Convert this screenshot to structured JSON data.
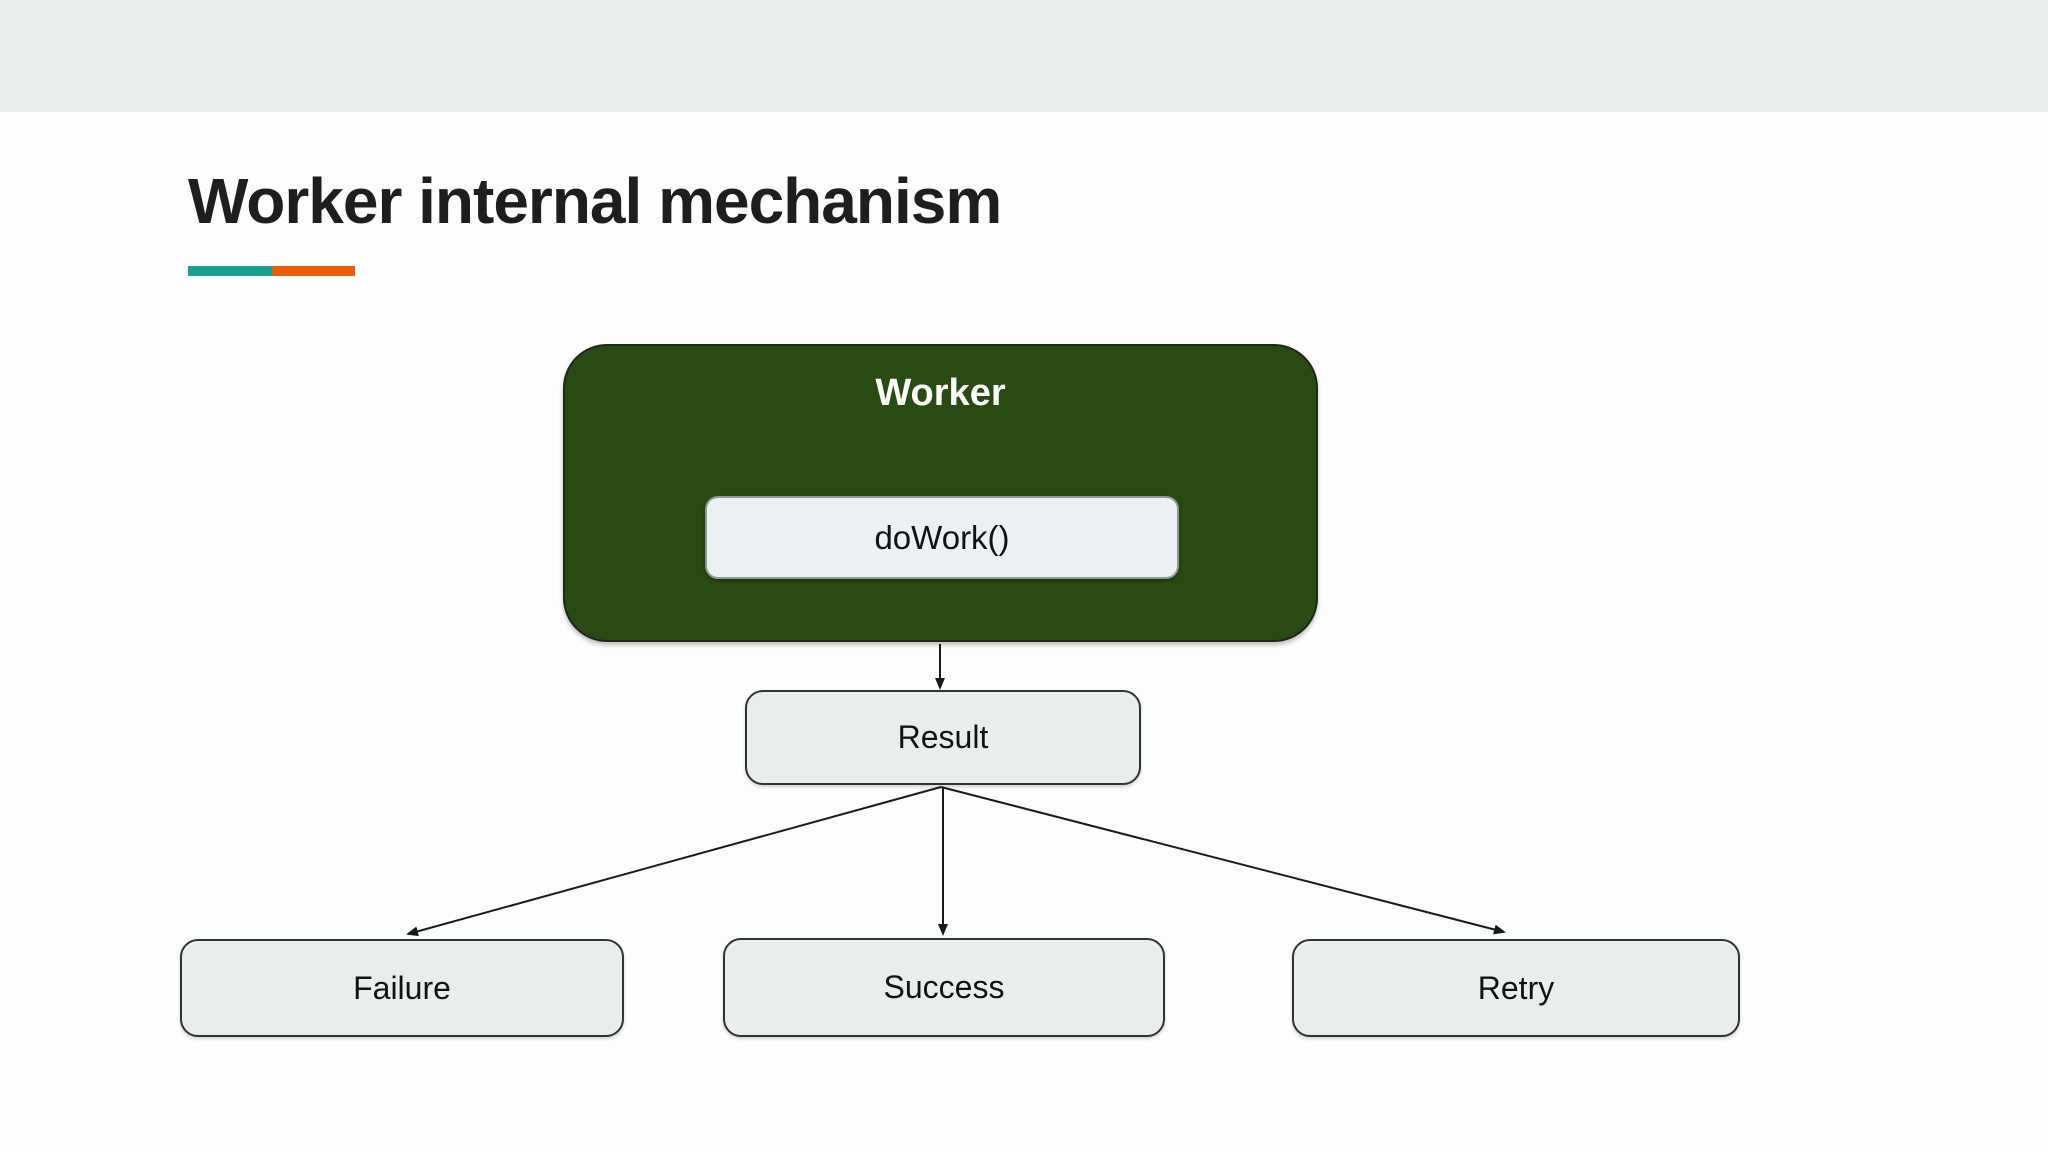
{
  "slide": {
    "title": "Worker internal mechanism"
  },
  "accents": {
    "teal": "#1a9e8f",
    "orange": "#e85c0c"
  },
  "colors": {
    "top_band": "#e9eeec",
    "worker_fill": "#294a13",
    "node_fill": "#e9edec",
    "arrow": "#1a1a1a"
  },
  "diagram": {
    "worker": {
      "label": "Worker"
    },
    "method": {
      "label": "doWork()"
    },
    "result": {
      "label": "Result"
    },
    "outcomes": [
      {
        "label": "Failure"
      },
      {
        "label": "Success"
      },
      {
        "label": "Retry"
      }
    ]
  }
}
